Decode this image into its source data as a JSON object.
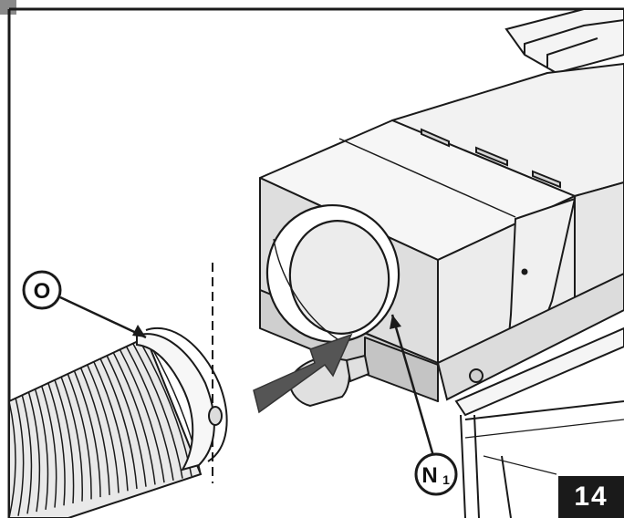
{
  "figure": {
    "number": "14"
  },
  "callouts": {
    "hose_label": "O",
    "outlet_label_main": "N",
    "outlet_label_sub": "1"
  },
  "colors": {
    "line": "#1a1a1a",
    "panel_light": "#f3f3f3",
    "panel_mid": "#e2e2e2",
    "panel_dark": "#c9c9c9",
    "arrow": "#555555",
    "badge_bg": "#1a1a1a",
    "badge_text": "#ffffff"
  }
}
